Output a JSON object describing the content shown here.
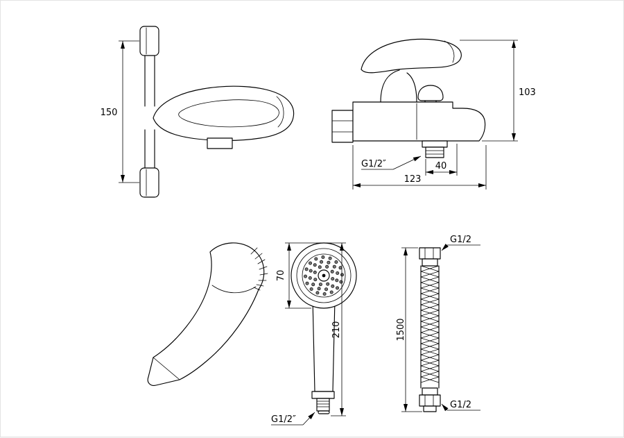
{
  "colors": {
    "background": "#ffffff",
    "line": "#000000"
  },
  "views": {
    "mixer_front": {
      "dim_spacing": "150"
    },
    "mixer_side": {
      "dim_height": "103",
      "thread": "G1/2″",
      "dim_spout_offset": "40",
      "dim_width": "123"
    },
    "handset_front": {
      "dim_head_diameter": "70",
      "dim_length": "210",
      "thread": "G1/2″"
    },
    "hose": {
      "thread_top": "G1/2",
      "dim_length": "1500",
      "thread_bottom": "G1/2"
    }
  }
}
